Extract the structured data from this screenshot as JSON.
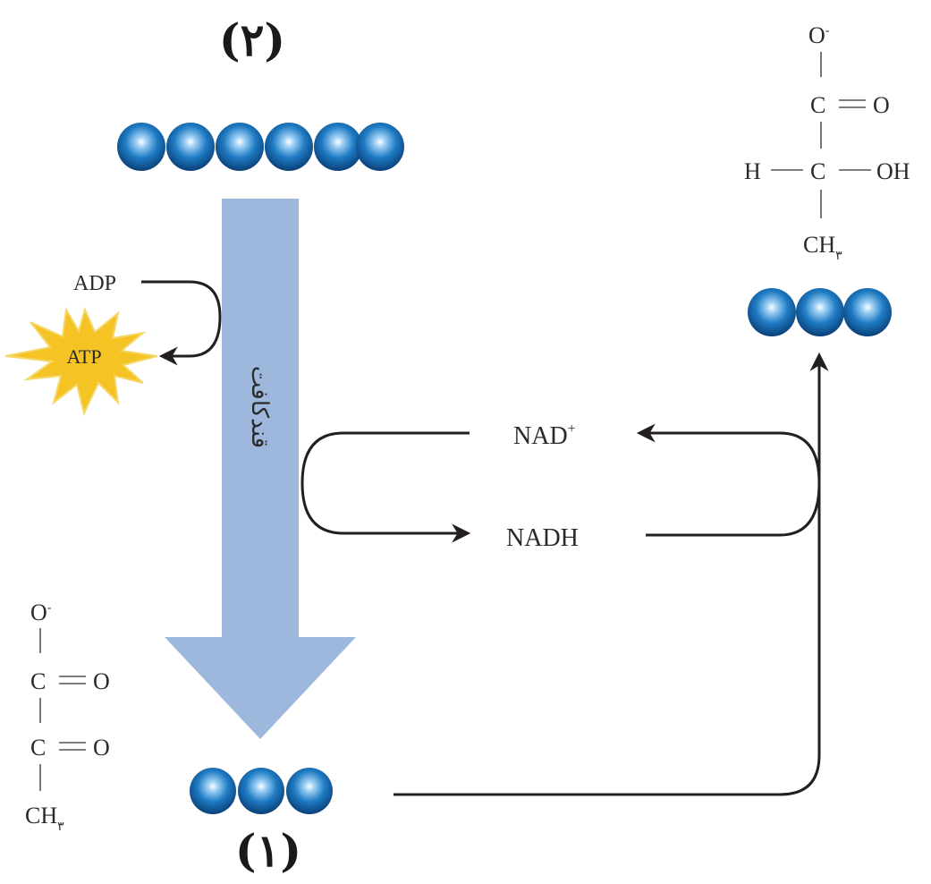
{
  "labels": {
    "top_number": "(۲)",
    "bottom_number": "(۱)",
    "process": "قندکافت",
    "adp": "ADP",
    "atp": "ATP",
    "nad_plus": "NAD",
    "nad_plus_sup": "+",
    "nadh": "NADH"
  },
  "pyruvate": {
    "o_minus": "O",
    "o_minus_sup": "-",
    "c1": "C",
    "c2": "C",
    "o1": "O",
    "o2": "O",
    "ch3": "CH",
    "ch3_sub": "۳"
  },
  "lactate": {
    "o_minus": "O",
    "o_minus_sup": "-",
    "c1": "C",
    "o1": "O",
    "h": "H",
    "c2": "C",
    "oh": "OH",
    "ch3": "CH",
    "ch3_sub": "۳"
  },
  "colors": {
    "ball": "#1a6fb5",
    "big_arrow": "#9db8dc",
    "starburst": "#f6c325",
    "line": "#231f20"
  },
  "counts": {
    "glucose_carbons": 6,
    "pyruvate_carbons": 3,
    "lactate_carbons": 3
  }
}
